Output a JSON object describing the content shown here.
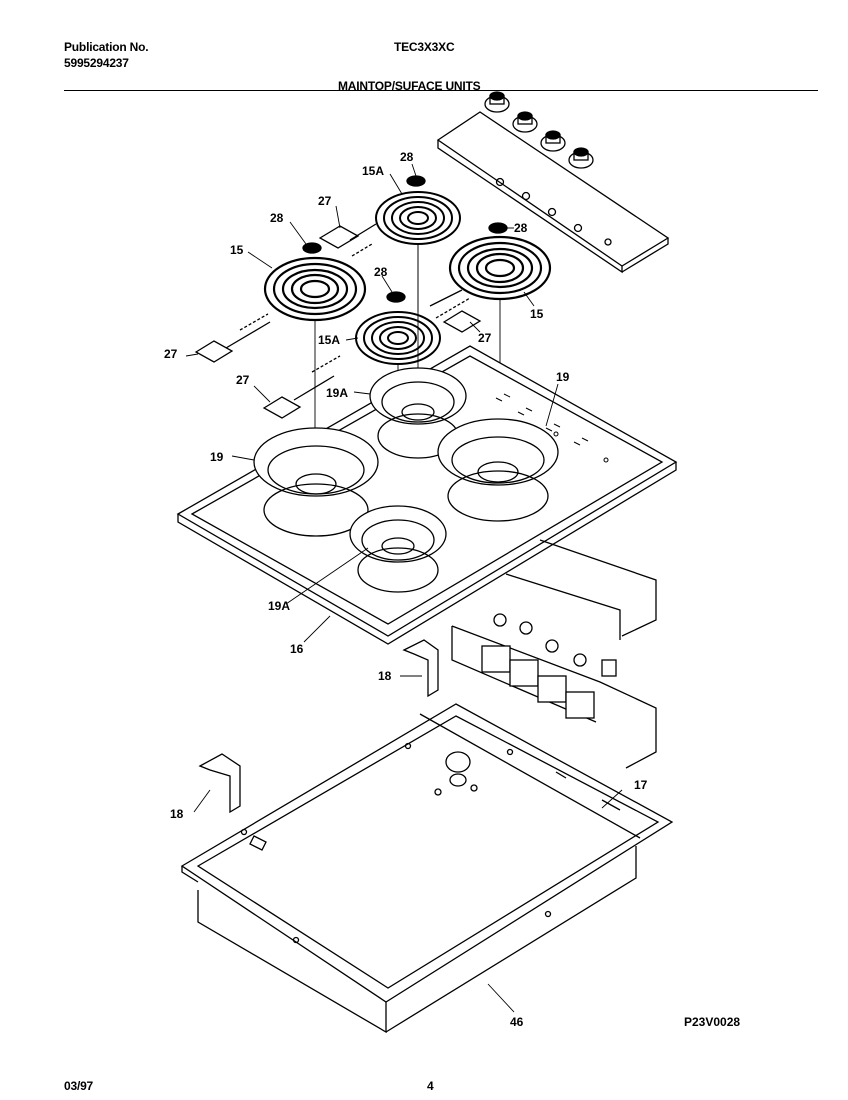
{
  "header": {
    "publication_label": "Publication No.",
    "publication_number": "5995294237",
    "model": "TEC3X3XC",
    "section_title": "MAINTOP/SUFACE UNITS"
  },
  "footer": {
    "date": "03/97",
    "page_number": "4"
  },
  "drawing_id": "P23V0028",
  "callouts": {
    "c28a": "28",
    "c15A_top": "15A",
    "c27a": "27",
    "c28b": "28",
    "c15_left": "15",
    "c28c": "28",
    "c28d": "28",
    "c15_right": "15",
    "c27b": "27",
    "c15A_mid": "15A",
    "c27c": "27",
    "c27d": "27",
    "c19A_top": "19A",
    "c19_right": "19",
    "c19_left": "19",
    "c19A_bottom": "19A",
    "c16": "16",
    "c18a": "18",
    "c17": "17",
    "c18b": "18",
    "c46": "46"
  }
}
